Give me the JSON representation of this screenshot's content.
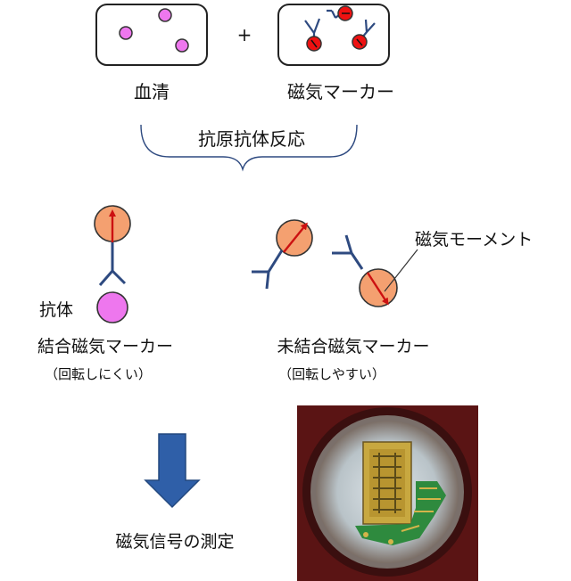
{
  "labels": {
    "serum": "血清",
    "plus": "+",
    "magnetic_marker": "磁気マーカー",
    "antigen_antibody_reaction": "抗原抗体反応",
    "magnetic_moment": "磁気モーメント",
    "antibody": "抗体",
    "bound_marker": "結合磁気マーカー",
    "bound_note": "（回転しにくい）",
    "unbound_marker": "未結合磁気マーカー",
    "unbound_note": "（回転しやすい）",
    "measurement": "磁気信号の測定"
  },
  "colors": {
    "antigen": "#ee77ee",
    "marker": "#f4a070",
    "marker_red": "#ee1111",
    "antibody": "#2e4a80",
    "arrow_down": "#2f5fa8",
    "outline": "#222222",
    "red_arrow": "#cc1111"
  },
  "icons": {
    "sensor_photo": "sensor-chip-photo",
    "arrow": "down-arrow-icon"
  }
}
